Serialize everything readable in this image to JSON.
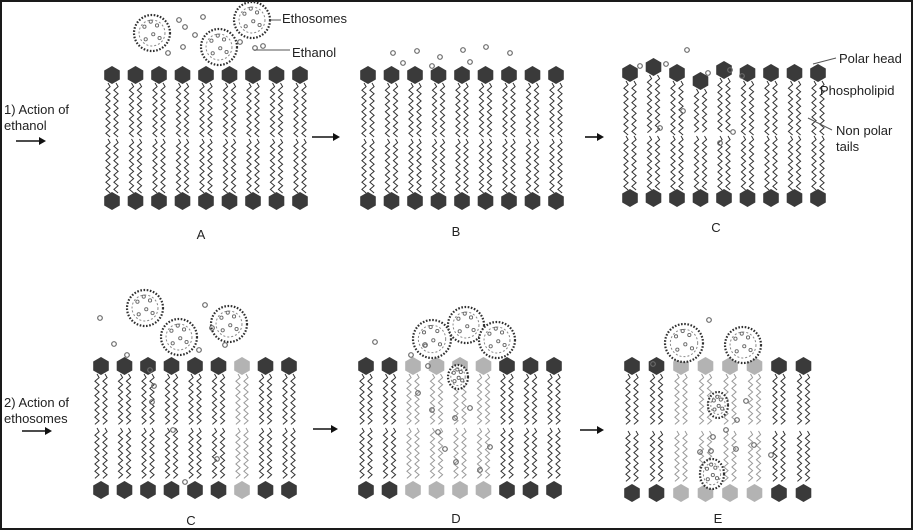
{
  "labels": {
    "ethosomes": "Ethosomes",
    "ethanol": "Ethanol",
    "polar_head": "Polar head",
    "phospholipid": "Phospholipid",
    "non_polar_tails_line1": "Non polar",
    "non_polar_tails_line2": "tails"
  },
  "rows": [
    {
      "title_line1": "1) Action of",
      "title_line2": "ethanol",
      "panels": [
        "A",
        "B",
        "C"
      ]
    },
    {
      "title_line1": "2) Action of",
      "title_line2": "ethosomes",
      "panels": [
        "C",
        "D",
        "E"
      ]
    }
  ],
  "colors": {
    "head_dark": "#3a3a3a",
    "head_light": "#b3b3b3",
    "tail": "#333333",
    "tail_light": "#9a9a9a",
    "ethanol": "#6b6b6b",
    "vesicle_edge": "#2f2f2f"
  },
  "icons": [
    "arrow-right-icon",
    "ethosome-vesicle-icon",
    "ethanol-molecule-icon",
    "phospholipid-bilayer-icon"
  ]
}
